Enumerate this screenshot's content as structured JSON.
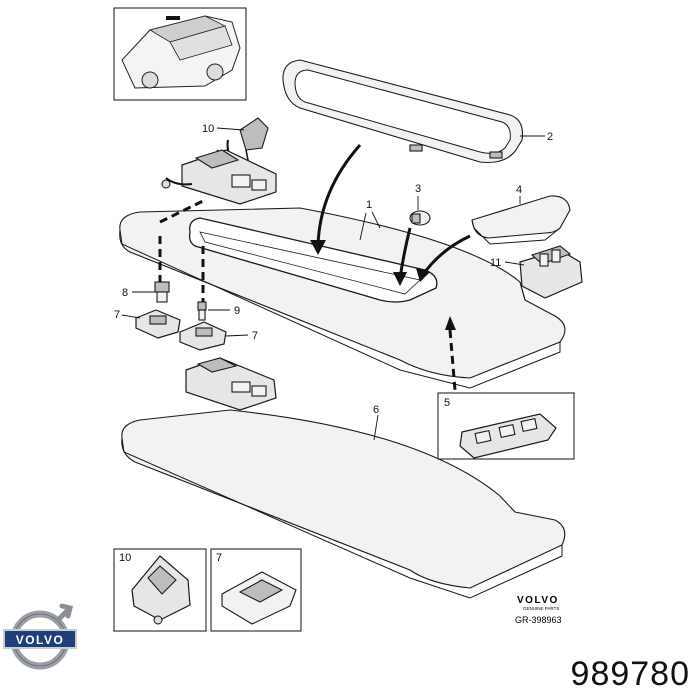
{
  "callouts": {
    "c1": "1",
    "c2": "2",
    "c3": "3",
    "c4": "4",
    "c5": "5",
    "c6": "6",
    "c7a": "7",
    "c7b": "7",
    "c8": "8",
    "c9": "9",
    "c10": "10",
    "c11": "11",
    "inset_10": "10",
    "inset_7": "7"
  },
  "volvo_block": {
    "brand": "VOLVO",
    "sub": "GENUINE PARTS",
    "ref": "GR-398963"
  },
  "logo": {
    "text": "VOLVO"
  },
  "part_number": "989780",
  "colors": {
    "line": "#1a1a1a",
    "fill": "#e6e6e6",
    "logo_blue": "#1f3f7a"
  }
}
